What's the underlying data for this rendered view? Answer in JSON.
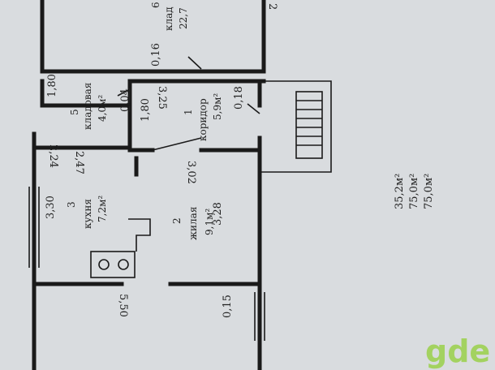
{
  "rooms": {
    "corridor": {
      "number": "1",
      "name": "коридор",
      "area": "5,9м²"
    },
    "living": {
      "number": "2",
      "name": "жилая",
      "area": "9,1м²"
    },
    "kitchen": {
      "number": "3",
      "name": "кухня",
      "area": "7,2м²"
    },
    "storage5": {
      "number": "5",
      "name": "кладовая",
      "area": "4,0м²"
    },
    "storage6": {
      "number": "6",
      "name": "клад",
      "area": "22,7"
    }
  },
  "dims": {
    "d180_top": "1,80",
    "d224": "2,24",
    "d004": "0,04",
    "d180_mid": "1,80",
    "d016": "0,16",
    "d325": "3,25",
    "d018": "0,18",
    "d247": "2,47",
    "d302": "3,02",
    "d330": "3,30",
    "d328": "3,28",
    "d550": "5,50",
    "d015": "0,15",
    "d_top_right": "2"
  },
  "totals": [
    "35,2м²",
    "75,0м²",
    "75,0м²"
  ],
  "watermark": "gde"
}
